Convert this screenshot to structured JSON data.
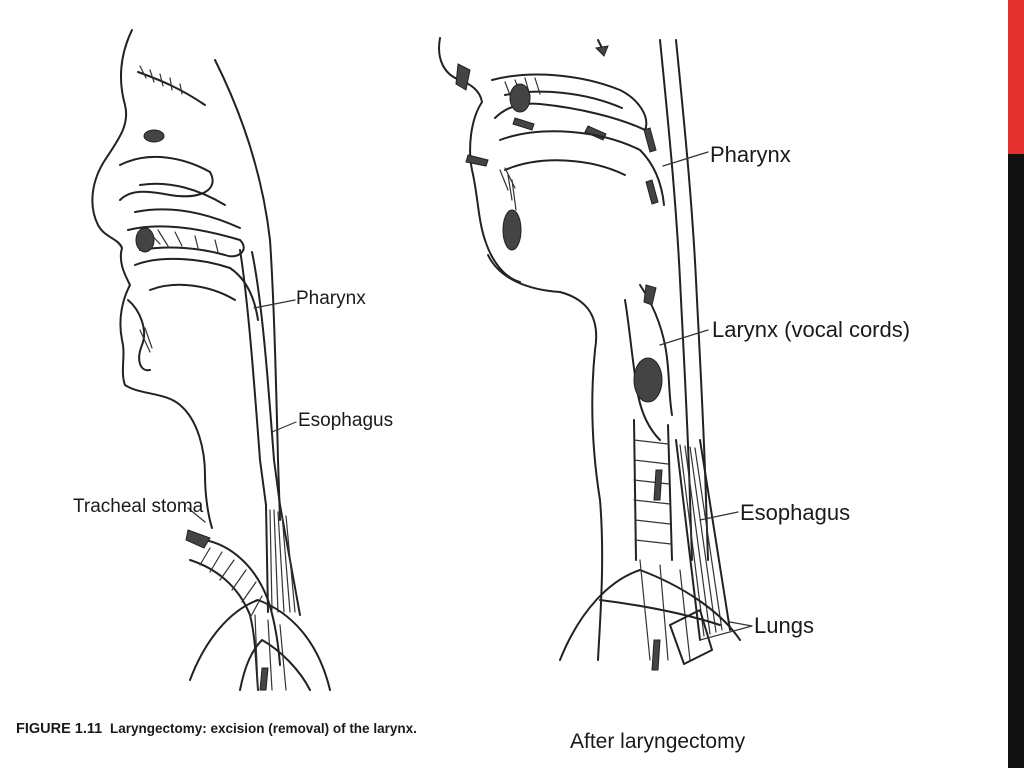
{
  "left_figure": {
    "labels": {
      "pharynx": "Pharynx",
      "esophagus": "Esophagus",
      "tracheal_stoma": "Tracheal stoma"
    },
    "caption_number": "FIGURE 1.11",
    "caption_text": "Laryngectomy: excision (removal) of the larynx."
  },
  "right_figure": {
    "labels": {
      "pharynx": "Pharynx",
      "larynx": "Larynx (vocal cords)",
      "esophagus": "Esophagus",
      "lungs": "Lungs"
    },
    "caption": "After laryngectomy"
  },
  "colors": {
    "accent_red": "#e3312f",
    "accent_dark": "#111111",
    "ink": "#222222"
  }
}
